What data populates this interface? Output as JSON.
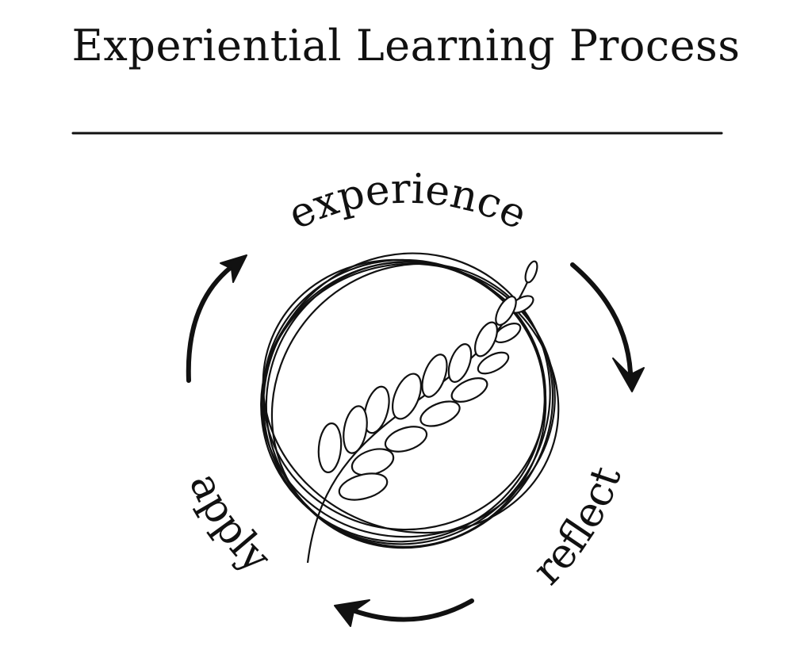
{
  "title": "Experiential Learning Process",
  "stages": [
    {
      "label": "experience"
    },
    {
      "label": "reflect"
    },
    {
      "label": "apply"
    }
  ],
  "colors": {
    "ink": "#111111",
    "background": "#ffffff"
  },
  "icons": {
    "center": "wheat-stalk-icon",
    "arrows": "cycle-arrow-icon"
  }
}
